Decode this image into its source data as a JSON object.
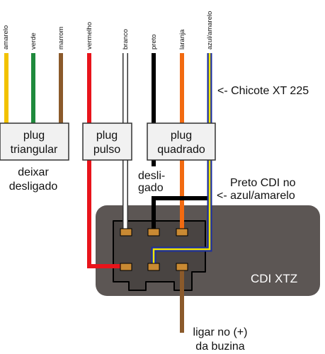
{
  "wires": {
    "amarelo": {
      "label": "amarelo",
      "color": "#f2c200"
    },
    "verde": {
      "label": "verde",
      "color": "#1f8a3c"
    },
    "marrom": {
      "label": "marrom",
      "color": "#8b5a2b"
    },
    "vermelho": {
      "label": "vermelho",
      "color": "#e8141b"
    },
    "branco": {
      "label": "branco",
      "color": "#ffffff"
    },
    "preto": {
      "label": "preto",
      "color": "#000000"
    },
    "laranja": {
      "label": "laranja",
      "color": "#f26a10"
    },
    "azul_amarelo": {
      "label": "azul/amarelo",
      "colors": [
        "#1c2fa0",
        "#f2e600"
      ]
    }
  },
  "plugs": {
    "triangular": {
      "line1": "plug",
      "line2": "triangular",
      "note1": "deixar",
      "note2": "desligado"
    },
    "pulso": {
      "line1": "plug",
      "line2": "pulso"
    },
    "quadrado": {
      "line1": "plug",
      "line2": "quadrado"
    }
  },
  "annotations": {
    "chicote": "<- Chicote XT 225",
    "desligado1": "desli-",
    "desligado2": "gado",
    "preto_cdi1": "Preto CDI no",
    "preto_cdi2": "<- azul/amarelo",
    "buzina1": "ligar no (+)",
    "buzina2": "da buzina"
  },
  "cdi": {
    "label": "CDI XTZ",
    "body_color": "#5c5654",
    "plug_color": "#494442"
  },
  "colors": {
    "plug_box": "#f1f1f1",
    "pin": "#c98a33"
  }
}
